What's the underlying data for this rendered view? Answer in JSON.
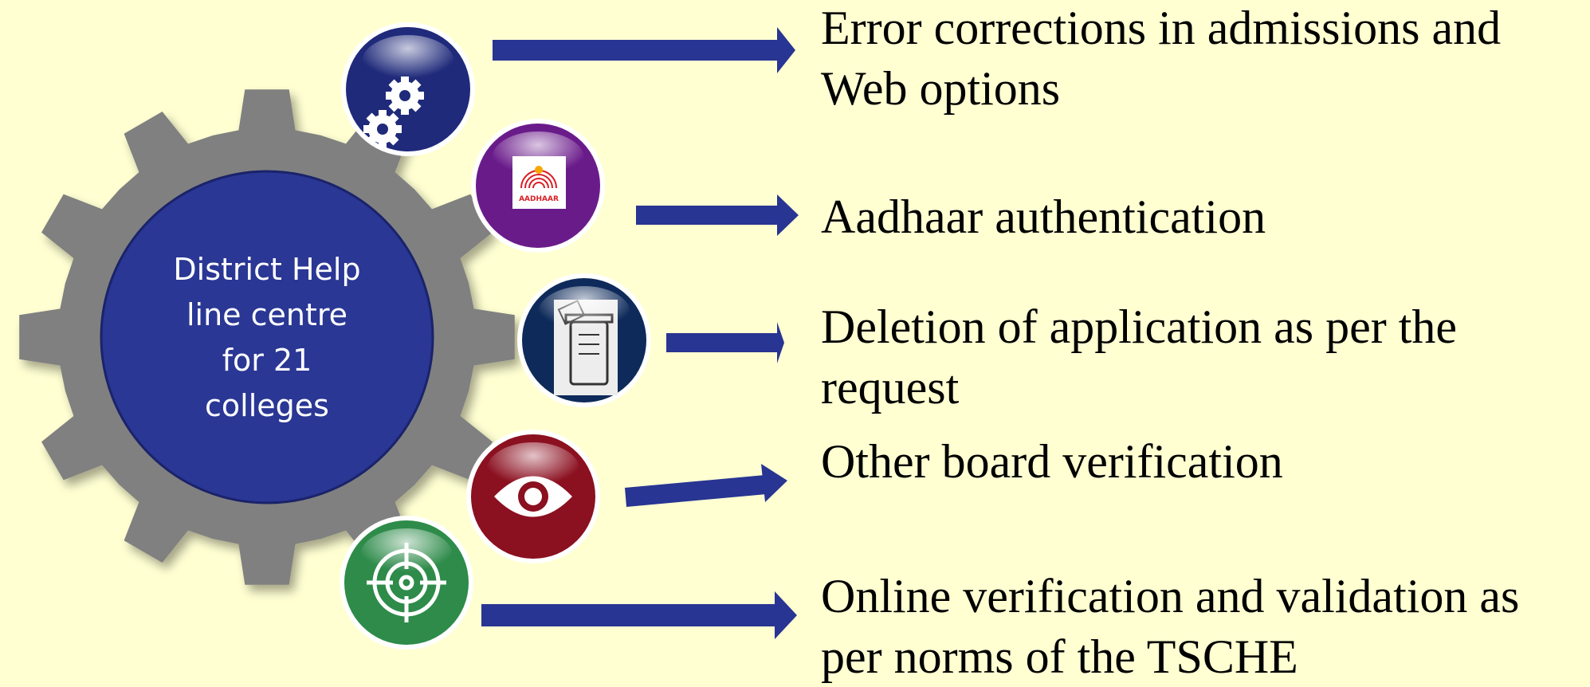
{
  "center": {
    "label": "District Help\nline centre\nfor 21\ncolleges"
  },
  "aadhaar_logo_text": "AADHAAR",
  "items": [
    {
      "text": "Error corrections in admissions and Web options",
      "icon": "gears-icon",
      "color": "#1F2A7A"
    },
    {
      "text": "Aadhaar authentication",
      "icon": "aadhaar-logo-icon",
      "color": "#6A1B8A"
    },
    {
      "text": "Deletion of application as per the request",
      "icon": "trash-bin-icon",
      "color": "#0E2A5A"
    },
    {
      "text": "Other board verification",
      "icon": "eye-icon",
      "color": "#8B1020"
    },
    {
      "text": "Online verification and validation as per norms of the TSCHE",
      "icon": "target-icon",
      "color": "#2E8B4A"
    }
  ],
  "colors": {
    "background": "#FFFFD2",
    "gear": "#808080",
    "hub": "#2A3794",
    "arrow": "#283593"
  }
}
